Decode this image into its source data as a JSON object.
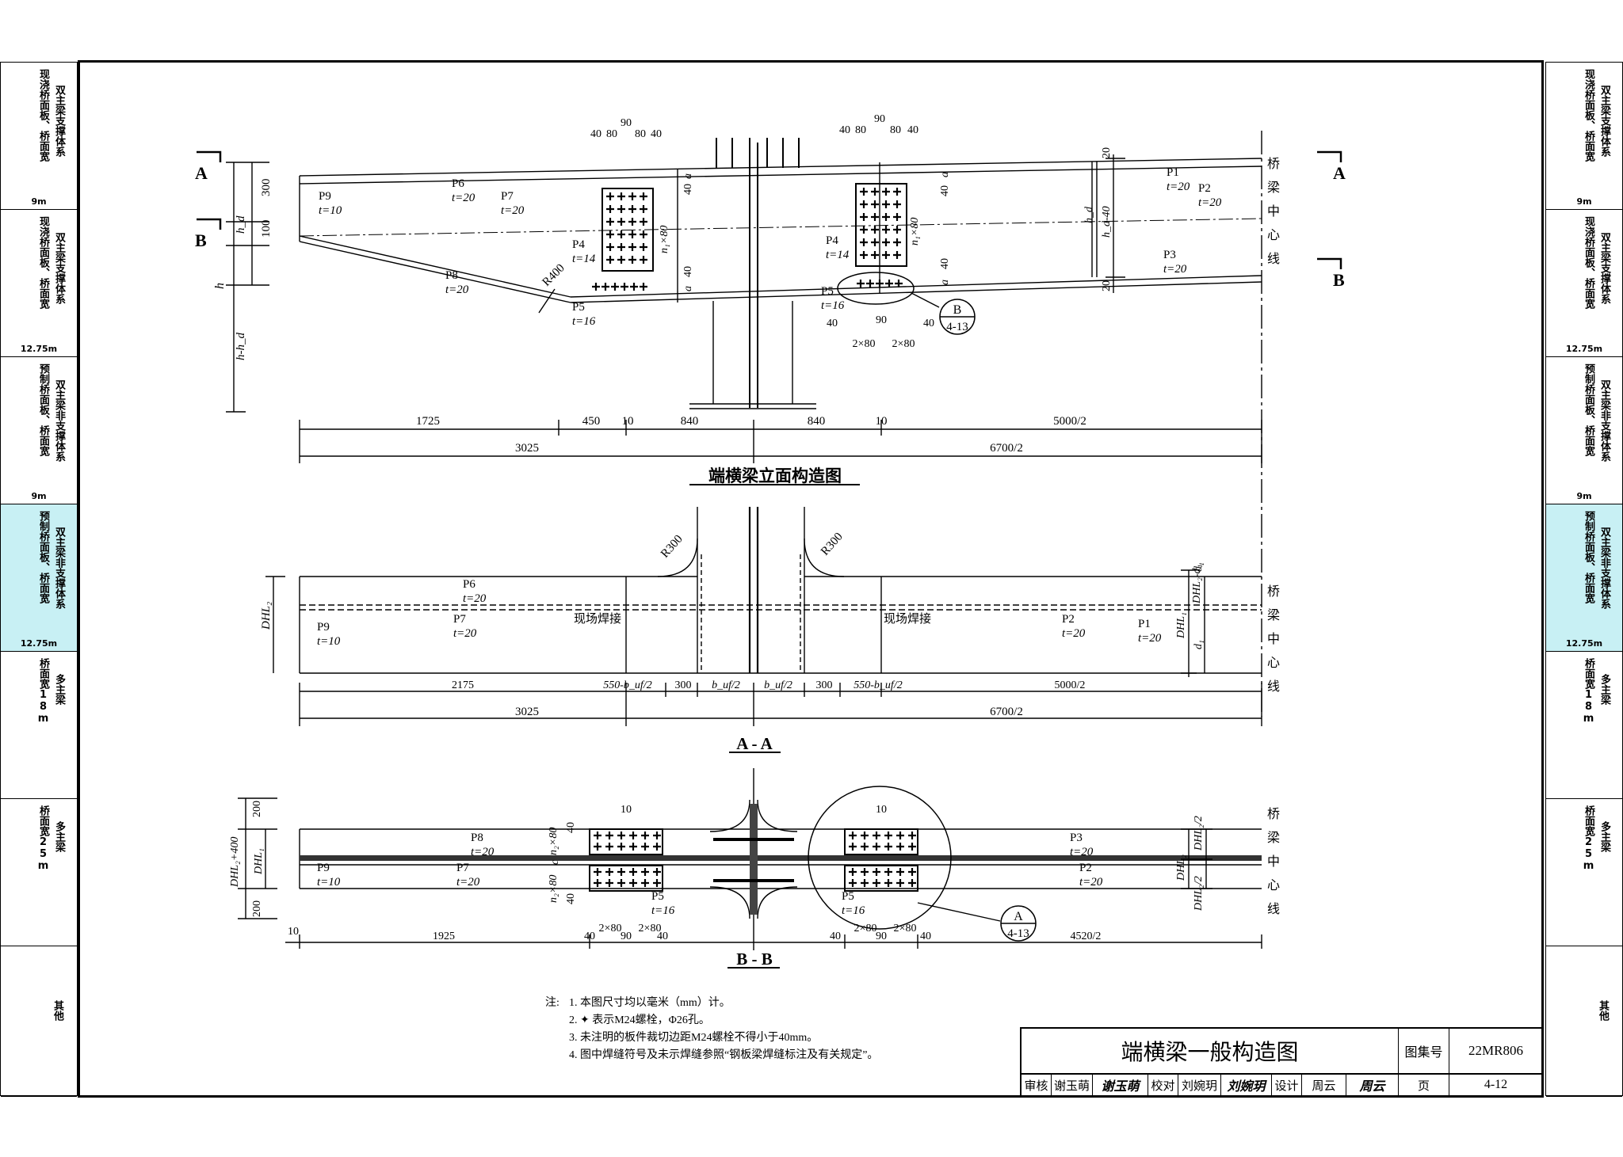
{
  "sidebar_left": [
    {
      "col1": "双主梁支撑体系",
      "col2": "现浇桥面板、桥面宽",
      "sub": "9m"
    },
    {
      "col1": "双主梁支撑体系",
      "col2": "现浇桥面板、桥面宽",
      "sub": "12.75m"
    },
    {
      "col1": "双主梁非支撑体系",
      "col2": "预制桥面板、桥面宽",
      "sub": "9m"
    },
    {
      "col1": "双主梁非支撑体系",
      "col2": "预制桥面板、桥面宽",
      "sub": "12.75m",
      "active": true
    },
    {
      "col1": "多主梁",
      "col2": "桥面宽18m",
      "sub": ""
    },
    {
      "col1": "多主梁",
      "col2": "桥面宽25m",
      "sub": ""
    },
    {
      "col1": "",
      "col2": "其他",
      "sub": ""
    }
  ],
  "sidebar_right": [
    {
      "col1": "双主梁支撑体系",
      "col2": "现浇桥面板、桥面宽",
      "sub": "9m"
    },
    {
      "col1": "双主梁支撑体系",
      "col2": "现浇桥面板、桥面宽",
      "sub": "12.75m"
    },
    {
      "col1": "双主梁非支撑体系",
      "col2": "预制桥面板、桥面宽",
      "sub": "9m"
    },
    {
      "col1": "双主梁非支撑体系",
      "col2": "预制桥面板、桥面宽",
      "sub": "12.75m",
      "active": true
    },
    {
      "col1": "多主梁",
      "col2": "桥面宽18m",
      "sub": ""
    },
    {
      "col1": "多主梁",
      "col2": "桥面宽25m",
      "sub": ""
    },
    {
      "col1": "",
      "col2": "其他",
      "sub": ""
    }
  ],
  "elevation": {
    "title": "端横梁立面构造图",
    "section_marks": [
      "A",
      "B",
      "A",
      "B"
    ],
    "centerline": "桥梁中心线",
    "plates": [
      {
        "name": "P9",
        "t": "t=10"
      },
      {
        "name": "P6",
        "t": "t=20"
      },
      {
        "name": "P7",
        "t": "t=20"
      },
      {
        "name": "P8",
        "t": "t=20"
      },
      {
        "name": "P4",
        "t": "t=14"
      },
      {
        "name": "P5",
        "t": "t=16"
      },
      {
        "name": "P4",
        "t": "t=14"
      },
      {
        "name": "P5",
        "t": "t=16"
      },
      {
        "name": "P1",
        "t": "t=20"
      },
      {
        "name": "P2",
        "t": "t=20"
      },
      {
        "name": "P3",
        "t": "t=20"
      }
    ],
    "radius": "R400",
    "bolt_spacing_top": [
      "40",
      "80",
      "90",
      "80",
      "40"
    ],
    "left_dims": [
      "300",
      "100",
      "h",
      "h_d",
      "h-h_d"
    ],
    "bolt_vertical": [
      "40",
      "a",
      "n₁×80",
      "40",
      "a"
    ],
    "right_dims": [
      "20",
      "h_d",
      "h_d-40",
      "20"
    ],
    "detail_callout": {
      "letter": "B",
      "ref": "4-13"
    },
    "bottom_bolt_dims": [
      "40",
      "90",
      "40",
      "2×80",
      "2×80"
    ],
    "dim_row1": [
      "1725",
      "450",
      "10",
      "840",
      "840",
      "10",
      "5000/2"
    ],
    "dim_row2": [
      "3025",
      "6700/2"
    ]
  },
  "section_aa": {
    "title": "A - A",
    "plates": [
      {
        "name": "P6",
        "t": "t=20"
      },
      {
        "name": "P7",
        "t": "t=20"
      },
      {
        "name": "P9",
        "t": "t=10"
      },
      {
        "name": "P2",
        "t": "t=20"
      },
      {
        "name": "P1",
        "t": "t=20"
      }
    ],
    "weld_label": "现场焊接",
    "radius": "R300",
    "left_dim": "DHL₂",
    "right_dims": [
      "d₁",
      "DHL₂-d₁",
      "DHL₁",
      "d₁"
    ],
    "dim_row1": [
      "2175",
      "550-b_uf/2",
      "300",
      "b_uf/2",
      "b_uf/2",
      "300",
      "550-b_uf/2",
      "5000/2"
    ],
    "dim_row2": [
      "3025",
      "6700/2"
    ]
  },
  "section_bb": {
    "title": "B - B",
    "plates": [
      {
        "name": "P8",
        "t": "t=20"
      },
      {
        "name": "P9",
        "t": "t=10"
      },
      {
        "name": "P7",
        "t": "t=20"
      },
      {
        "name": "P5",
        "t": "t=16"
      },
      {
        "name": "P5",
        "t": "t=16"
      },
      {
        "name": "P3",
        "t": "t=20"
      },
      {
        "name": "P2",
        "t": "t=20"
      }
    ],
    "left_dims": [
      "200",
      "DHL₂+400",
      "DHL₁",
      "200"
    ],
    "bolt_vertical": [
      "n₂×80",
      "40",
      "c",
      "n₂×80",
      "40"
    ],
    "right_dims": [
      "DHL₂/2",
      "DHL₂",
      "DHL₂/2"
    ],
    "detail_callout": {
      "letter": "A",
      "ref": "4-13"
    },
    "dims": [
      "10",
      "1925",
      "40",
      "90",
      "40",
      "2×80",
      "2×80",
      "10",
      "4520/2",
      "10"
    ]
  },
  "notes": {
    "label": "注:",
    "items": [
      "1. 本图尺寸均以毫米（mm）计。",
      "2. ✦ 表示M24螺栓，Φ26孔。",
      "3. 未注明的板件裁切边距M24螺栓不得小于40mm。",
      "4. 图中焊缝符号及未示焊缝参照“钢板梁焊缝标注及有关规定”。"
    ]
  },
  "title_block": {
    "drawing_title": "端横梁一般构造图",
    "atlas_label": "图集号",
    "atlas_no": "22MR806",
    "review_label": "审核",
    "reviewer": "谢玉萌",
    "check_label": "校对",
    "checker": "刘婉玥",
    "design_label": "设计",
    "designer": "周云",
    "page_label": "页",
    "page_no": "4-12"
  }
}
